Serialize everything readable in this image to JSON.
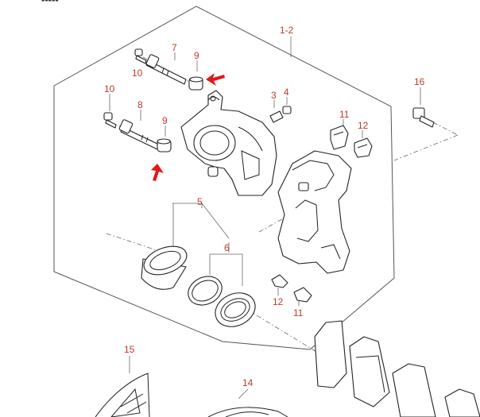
{
  "header": {
    "code_fragment": "-----"
  },
  "callouts": {
    "c1_2": "1-2",
    "c3": "3",
    "c4": "4",
    "c5": "5",
    "c6": "6",
    "c7": "7",
    "c8": "8",
    "c9a": "9",
    "c9b": "9",
    "c10a": "10",
    "c10b": "10",
    "c11a": "11",
    "c11b": "11",
    "c12a": "12",
    "c12b": "12",
    "c14": "14",
    "c15": "15",
    "c16": "16"
  },
  "colors": {
    "callout": "#c0392b",
    "arrow": "#e01818",
    "line": "#222222"
  }
}
